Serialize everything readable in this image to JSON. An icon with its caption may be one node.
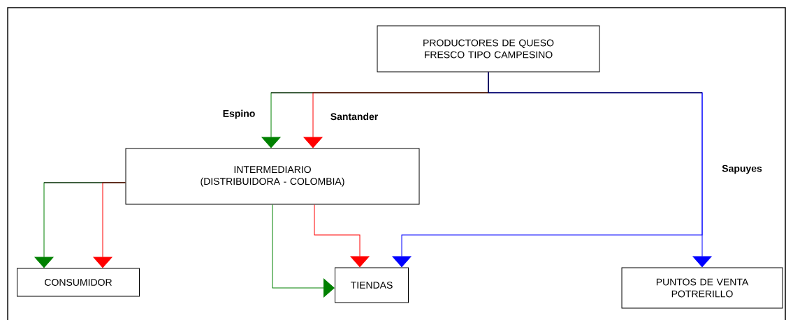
{
  "diagram": {
    "nodes": [
      {
        "text": [
          "PRODUCTORES DE QUESO FRESCO TIPO CAMPESINO"
        ]
      },
      {
        "text": [
          "INTERMEDIARIO (DISTRIBUIDORA - COLOMBIA)"
        ]
      },
      {
        "text": [
          "CONSUMIDOR"
        ]
      },
      {
        "text": [
          "TIENDAS"
        ]
      },
      {
        "text": [
          "PUNTOS DE VENTA POTRERILLO"
        ]
      }
    ],
    "edges": [
      {
        "from": 0,
        "to": 1,
        "arrow": "to",
        "label": "Espino",
        "color": "#008000"
      },
      {
        "from": 0,
        "to": 1,
        "arrow": "to",
        "label": "Santander",
        "color": "#ff0000"
      },
      {
        "from": 0,
        "to": 4,
        "arrow": "to",
        "label": "Sapuyes",
        "color": "#0000ff"
      },
      {
        "from": 0,
        "to": 3,
        "arrow": "to",
        "color": "#0000ff"
      },
      {
        "from": 1,
        "to": 2,
        "arrow": "to",
        "color": "#008000"
      },
      {
        "from": 1,
        "to": 2,
        "arrow": "to",
        "color": "#ff0000"
      },
      {
        "from": 1,
        "to": 3,
        "arrow": "to",
        "color": "#008000"
      },
      {
        "from": 1,
        "to": 3,
        "arrow": "to",
        "color": "#ff0000"
      }
    ]
  }
}
